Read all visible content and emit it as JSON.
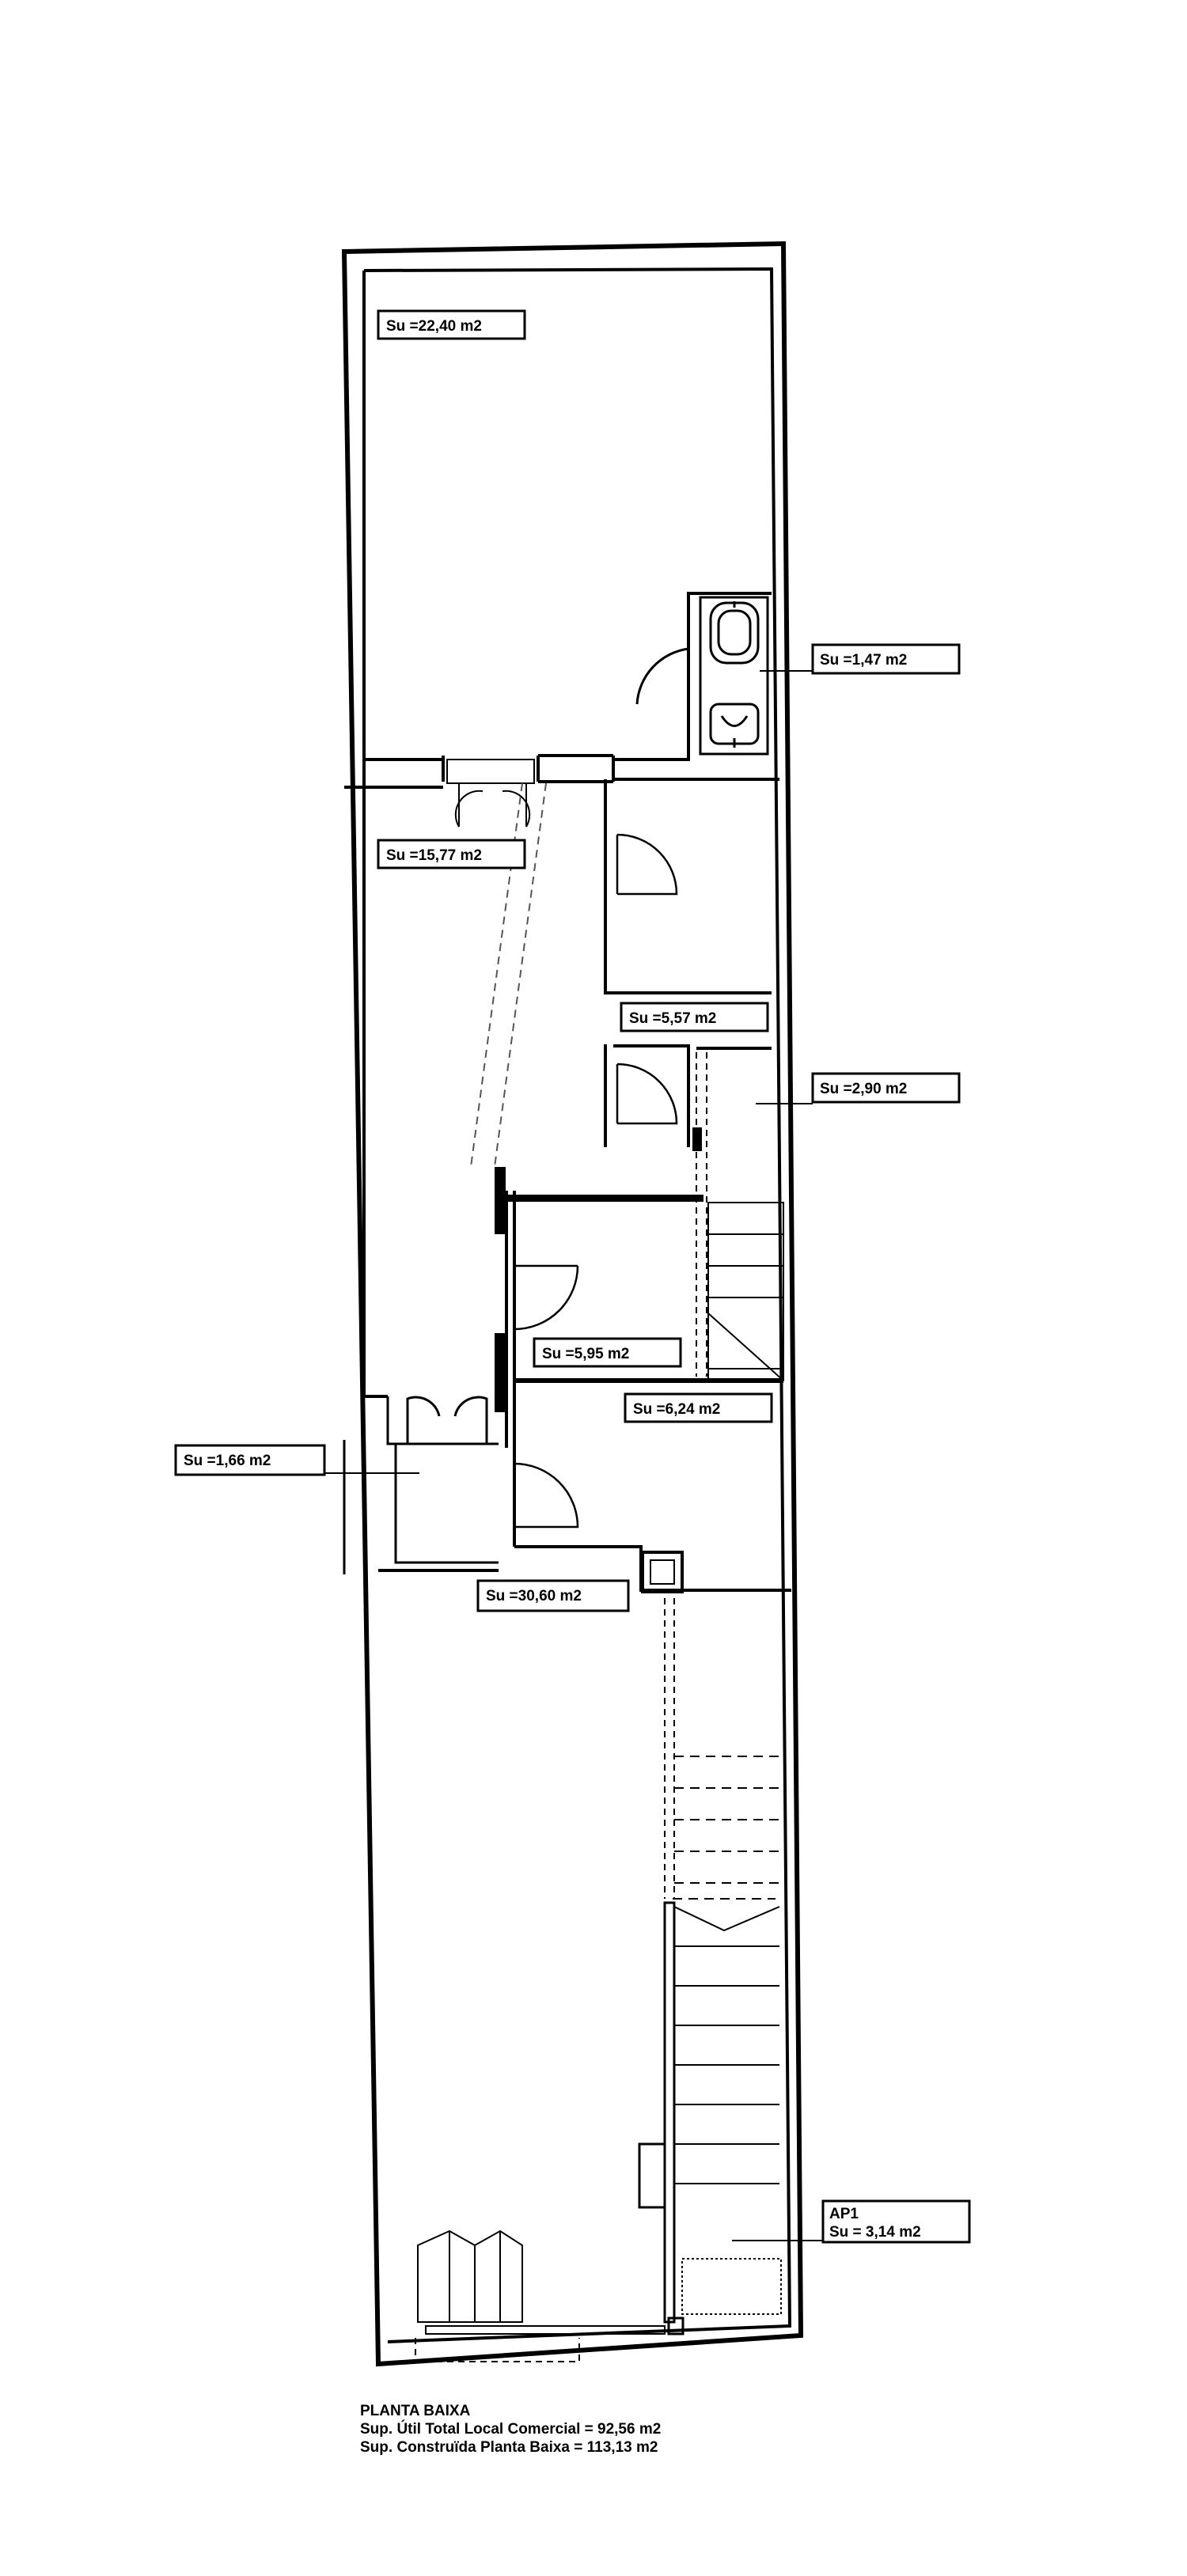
{
  "labels": {
    "room_22_40": "Su =22,40 m2",
    "room_1_47": "Su =1,47 m2",
    "room_15_77": "Su =15,77 m2",
    "room_5_57": "Su =5,57 m2",
    "room_2_90": "Su =2,90 m2",
    "room_5_95": "Su =5,95 m2",
    "room_6_24": "Su =6,24 m2",
    "room_1_66": "Su =1,66 m2",
    "room_30_60": "Su =30,60 m2",
    "ap1_title": "AP1",
    "ap1_area": "Su = 3,14 m2"
  },
  "footer": {
    "title": "PLANTA BAIXA",
    "line1": "Sup. Útil Total Local Comercial = 92,56 m2",
    "line2": "Sup. Construïda Planta Baixa = 113,13 m2"
  }
}
